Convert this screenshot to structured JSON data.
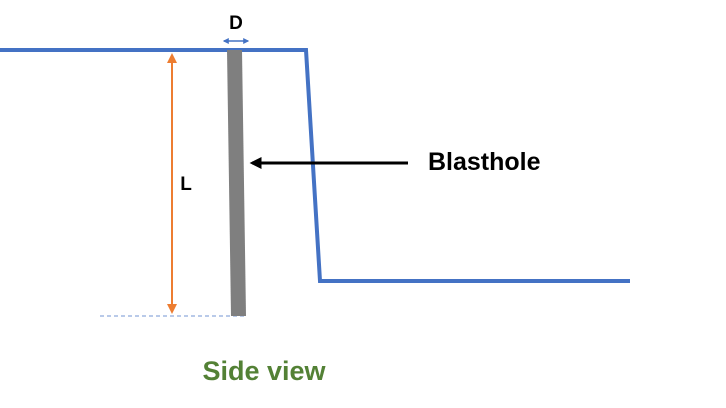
{
  "labels": {
    "diameter": "D",
    "length": "L",
    "blasthole": "Blasthole",
    "caption": "Side view"
  },
  "colors": {
    "bench_outline": "#4472C4",
    "blasthole": "#7F7F7F",
    "length_arrow": "#ED7D31",
    "diameter_arrow": "#4472C4",
    "pointer_arrow": "#000000",
    "caption": "#538135",
    "baseline_dashed": "#8FAADC"
  }
}
